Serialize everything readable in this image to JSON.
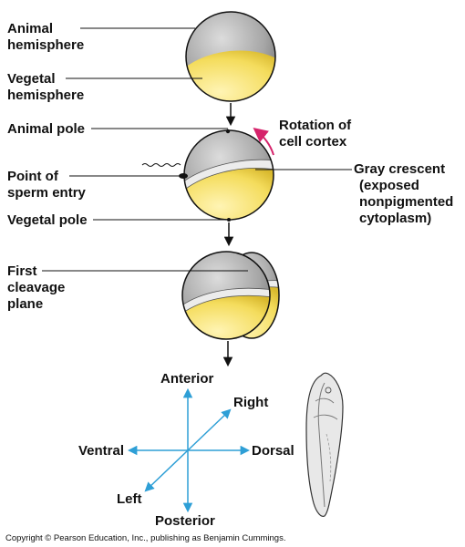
{
  "labels": {
    "animal_hemisphere": [
      "Animal",
      "hemisphere"
    ],
    "vegetal_hemisphere": [
      "Vegetal",
      "hemisphere"
    ],
    "animal_pole": "Animal pole",
    "rotation": [
      "Rotation of",
      "cell cortex"
    ],
    "point_of_sperm_entry": [
      "Point of",
      "sperm entry"
    ],
    "gray_crescent": [
      "Gray crescent",
      "(exposed",
      "nonpigmented",
      "cytoplasm)"
    ],
    "vegetal_pole": "Vegetal pole",
    "first_cleavage": [
      "First",
      "cleavage",
      "plane"
    ]
  },
  "axes": {
    "anterior": "Anterior",
    "posterior": "Posterior",
    "ventral": "Ventral",
    "dorsal": "Dorsal",
    "right": "Right",
    "left": "Left"
  },
  "copyright": "Copyright © Pearson Education, Inc., publishing as Benjamin Cummings.",
  "colors": {
    "animal_gray": "#8e8e8e",
    "vegetal_yellow": "#f4dc5c",
    "axis_blue": "#2e9fd6",
    "rotation_arrow": "#d6236b",
    "crescent": "#e8e8e8",
    "tadpole": "#cfcfcf"
  }
}
